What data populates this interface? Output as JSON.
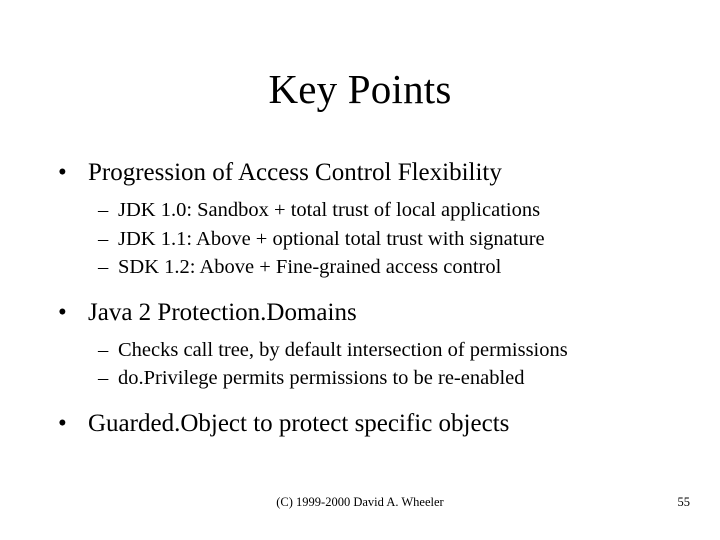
{
  "slide": {
    "title": "Key Points",
    "background_color": "#ffffff",
    "text_color": "#000000",
    "bullet_marker_level1": "•",
    "bullet_marker_level2": "–",
    "content": [
      {
        "level": 1,
        "text": "Progression of Access Control Flexibility"
      },
      {
        "level": 2,
        "text": "JDK 1.0: Sandbox + total trust of local applications"
      },
      {
        "level": 2,
        "text": "JDK 1.1: Above + optional total trust with signature"
      },
      {
        "level": 2,
        "text": "SDK 1.2: Above + Fine-grained access control"
      },
      {
        "level": 1,
        "text": "Java 2 Protection.Domains"
      },
      {
        "level": 2,
        "text": "Checks call tree, by default intersection of permissions"
      },
      {
        "level": 2,
        "text": "do.Privilege permits permissions to be re-enabled"
      },
      {
        "level": 1,
        "text": "Guarded.Object to protect specific objects"
      }
    ],
    "footer": {
      "copyright": "(C) 1999-2000 David A. Wheeler",
      "page_number": "55"
    }
  }
}
